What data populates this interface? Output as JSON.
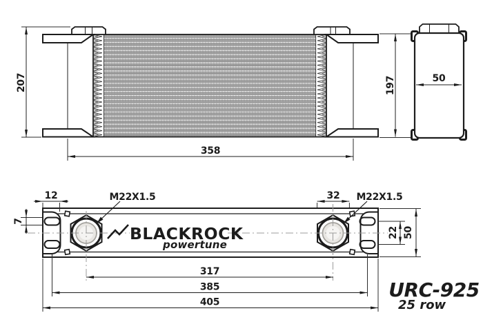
{
  "branding": {
    "logo": "BLACKROCK",
    "logo_sub": "powertune",
    "model": "URC-925",
    "rows_label": "25 row"
  },
  "views": {
    "front": {
      "overall_height": "207",
      "body_height": "197",
      "core_width": "358"
    },
    "side": {
      "depth": "50"
    },
    "bottom": {
      "bracket_offset": "12",
      "slot_width": "7",
      "hex_flats": "32",
      "left_port_thread": "M22X1.5",
      "right_port_thread": "M22X1.5",
      "slot_pitch": "22",
      "body_height": "50",
      "port_pitch": "317",
      "mount_pitch": "385",
      "overall_length": "405"
    }
  },
  "colors": {
    "line": "#1c1c1c",
    "centerline": "#9b9b9b",
    "port_inner": "#e8e6e2",
    "muted_text": "#8f8d89"
  }
}
